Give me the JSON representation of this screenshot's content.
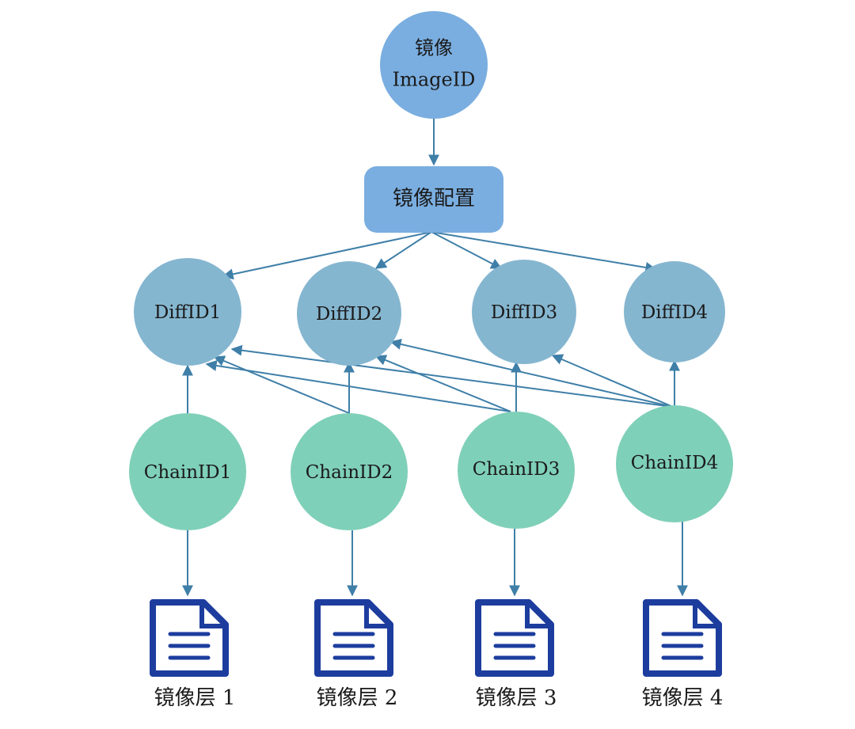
{
  "image_node": {
    "line1": "镜像",
    "line2": "ImageID",
    "color": "#7aaee0"
  },
  "config_node": {
    "label": "镜像配置",
    "color": "#7aaee0"
  },
  "diff_nodes": [
    {
      "label": "DiffID1"
    },
    {
      "label": "DiffID2"
    },
    {
      "label": "DiffID3"
    },
    {
      "label": "DiffID4"
    }
  ],
  "chain_nodes": [
    {
      "label": "ChainID1"
    },
    {
      "label": "ChainID2"
    },
    {
      "label": "ChainID3"
    },
    {
      "label": "ChainID4"
    }
  ],
  "layers": [
    {
      "label": "镜像层 1"
    },
    {
      "label": "镜像层 2"
    },
    {
      "label": "镜像层 3"
    },
    {
      "label": "镜像层 4"
    }
  ],
  "colors": {
    "diff": "#85b6d0",
    "chain": "#7fd0b8",
    "edge": "#3f7fa8",
    "doc": "#1d3d9e"
  }
}
